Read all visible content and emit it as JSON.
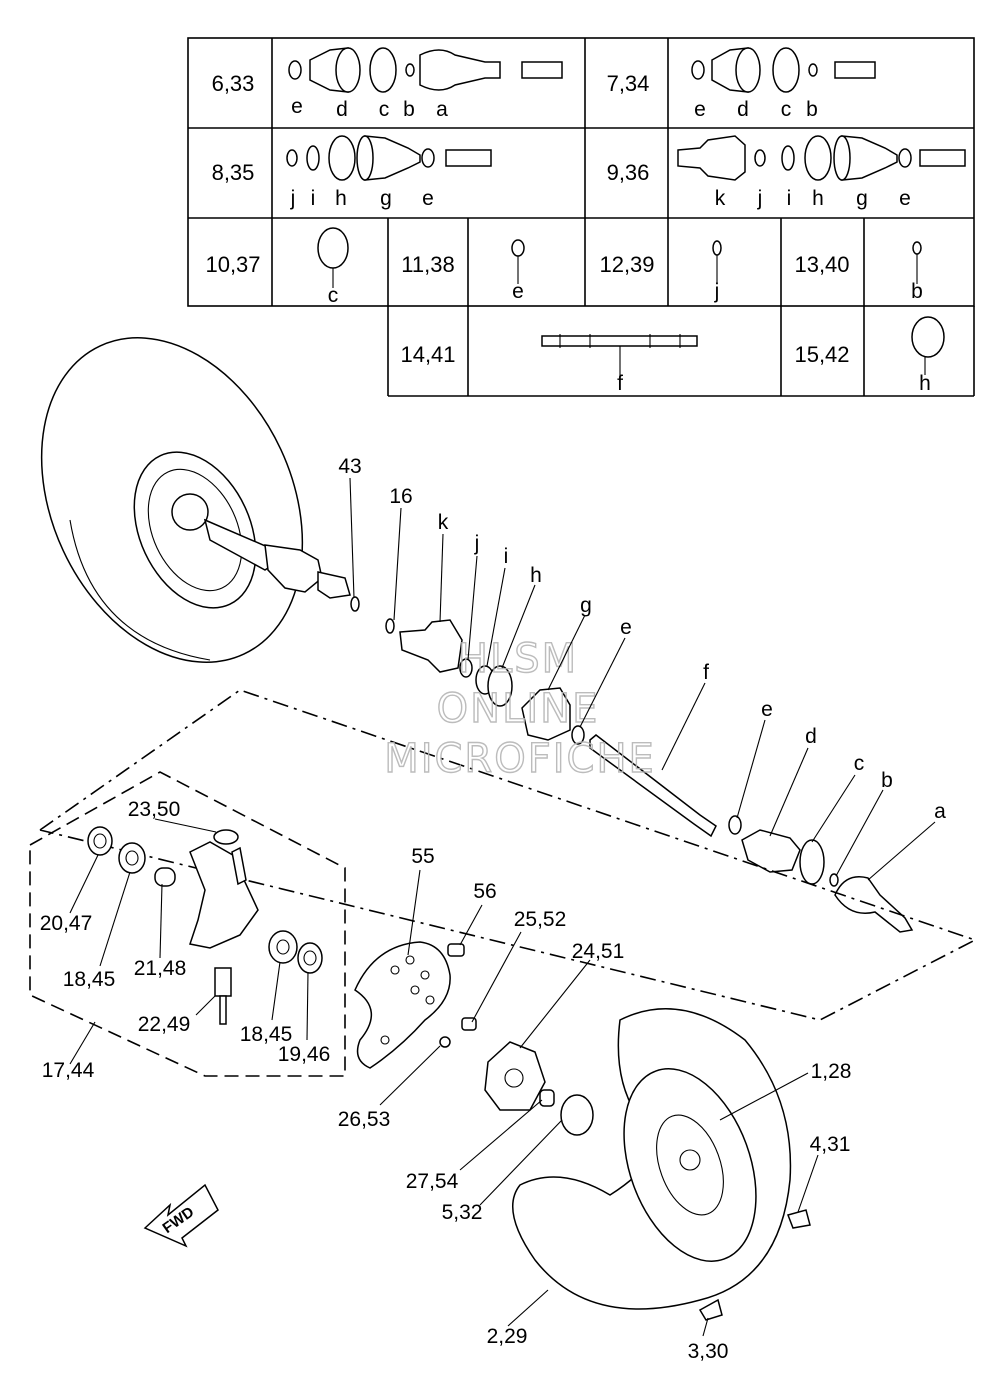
{
  "table": {
    "rows": [
      [
        {
          "num": "6,33",
          "letters": [
            "e",
            "d",
            "c",
            "b",
            "a"
          ]
        },
        {
          "num": "7,34",
          "letters": [
            "e",
            "d",
            "c",
            "b"
          ]
        }
      ],
      [
        {
          "num": "8,35",
          "letters": [
            "j",
            "i",
            "h",
            "g",
            "e"
          ]
        },
        {
          "num": "9,36",
          "letters": [
            "k",
            "j",
            "i",
            "h",
            "g",
            "e"
          ]
        }
      ],
      [
        {
          "num": "10,37",
          "letters": [
            "c"
          ]
        },
        {
          "num": "11,38",
          "letters": [
            "e"
          ]
        },
        {
          "num": "12,39",
          "letters": [
            "j"
          ]
        },
        {
          "num": "13,40",
          "letters": [
            "b"
          ]
        }
      ],
      [
        {
          "num": "14,41",
          "letters": [
            "f"
          ]
        },
        {
          "num": "15,42",
          "letters": [
            "h"
          ]
        }
      ]
    ]
  },
  "callouts": {
    "p43": "43",
    "p16": "16",
    "pk": "k",
    "pj": "j",
    "pi": "i",
    "ph": "h",
    "pg": "g",
    "pe1": "e",
    "pf": "f",
    "pe2": "e",
    "pd": "d",
    "pc": "c",
    "pb": "b",
    "pa": "a",
    "p23_50": "23,50",
    "p20_47": "20,47",
    "p18_45a": "18,45",
    "p21_48": "21,48",
    "p22_49": "22,49",
    "p18_45b": "18,45",
    "p19_46": "19,46",
    "p17_44": "17,44",
    "p55": "55",
    "p56": "56",
    "p25_52": "25,52",
    "p24_51": "24,51",
    "p26_53": "26,53",
    "p27_54": "27,54",
    "p5_32": "5,32",
    "p1_28": "1,28",
    "p4_31": "4,31",
    "p2_29": "2,29",
    "p3_30": "3,30"
  },
  "fwd_label": "FWD",
  "watermark": [
    "HLSM",
    "ONLINE",
    "MICROFICHE"
  ],
  "icons": [
    "boot-clamp-icon",
    "cv-boot-icon",
    "snap-ring-icon",
    "cv-joint-icon",
    "axle-shaft-icon",
    "tire-icon",
    "wheel-hub-icon",
    "brake-disc-icon",
    "knuckle-icon",
    "fwd-arrow-icon"
  ]
}
